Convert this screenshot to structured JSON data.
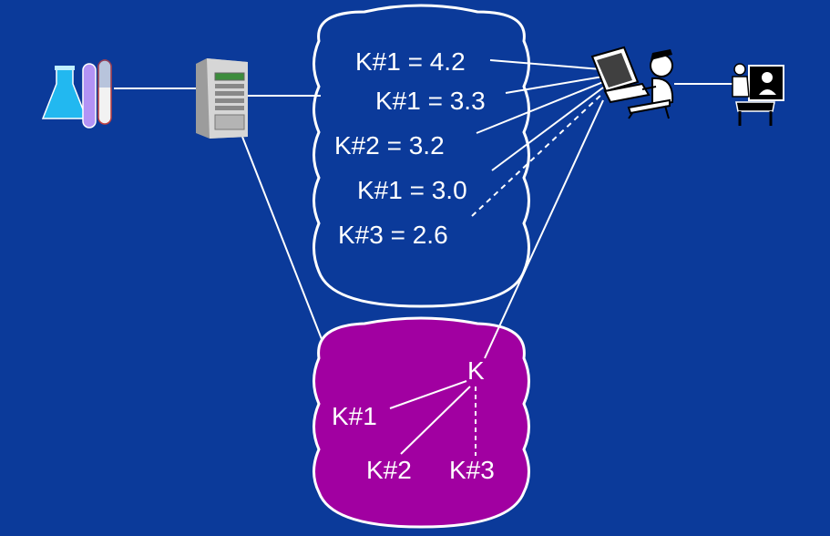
{
  "colors": {
    "background": "#0b3a9a",
    "line": "#ffffff",
    "cloud_fill": "#0b3a9a",
    "cloud_stroke": "#ffffff",
    "database_fill": "#a100a1",
    "database_stroke": "#ffffff",
    "text": "#ffffff"
  },
  "icons": {
    "lab": "lab-glassware-icon",
    "server": "server-tower-icon",
    "user": "computer-user-icon",
    "presenter": "presenter-icon"
  },
  "cloud": {
    "entries": [
      {
        "text": "K#1 = 4.2"
      },
      {
        "text": "K#1 = 3.3"
      },
      {
        "text": "K#2 = 3.2"
      },
      {
        "text": "K#1 = 3.0"
      },
      {
        "text": "K#3 = 2.6"
      }
    ]
  },
  "database": {
    "root": "K",
    "children": [
      {
        "text": "K#1"
      },
      {
        "text": "K#2"
      },
      {
        "text": "K#3"
      }
    ]
  }
}
